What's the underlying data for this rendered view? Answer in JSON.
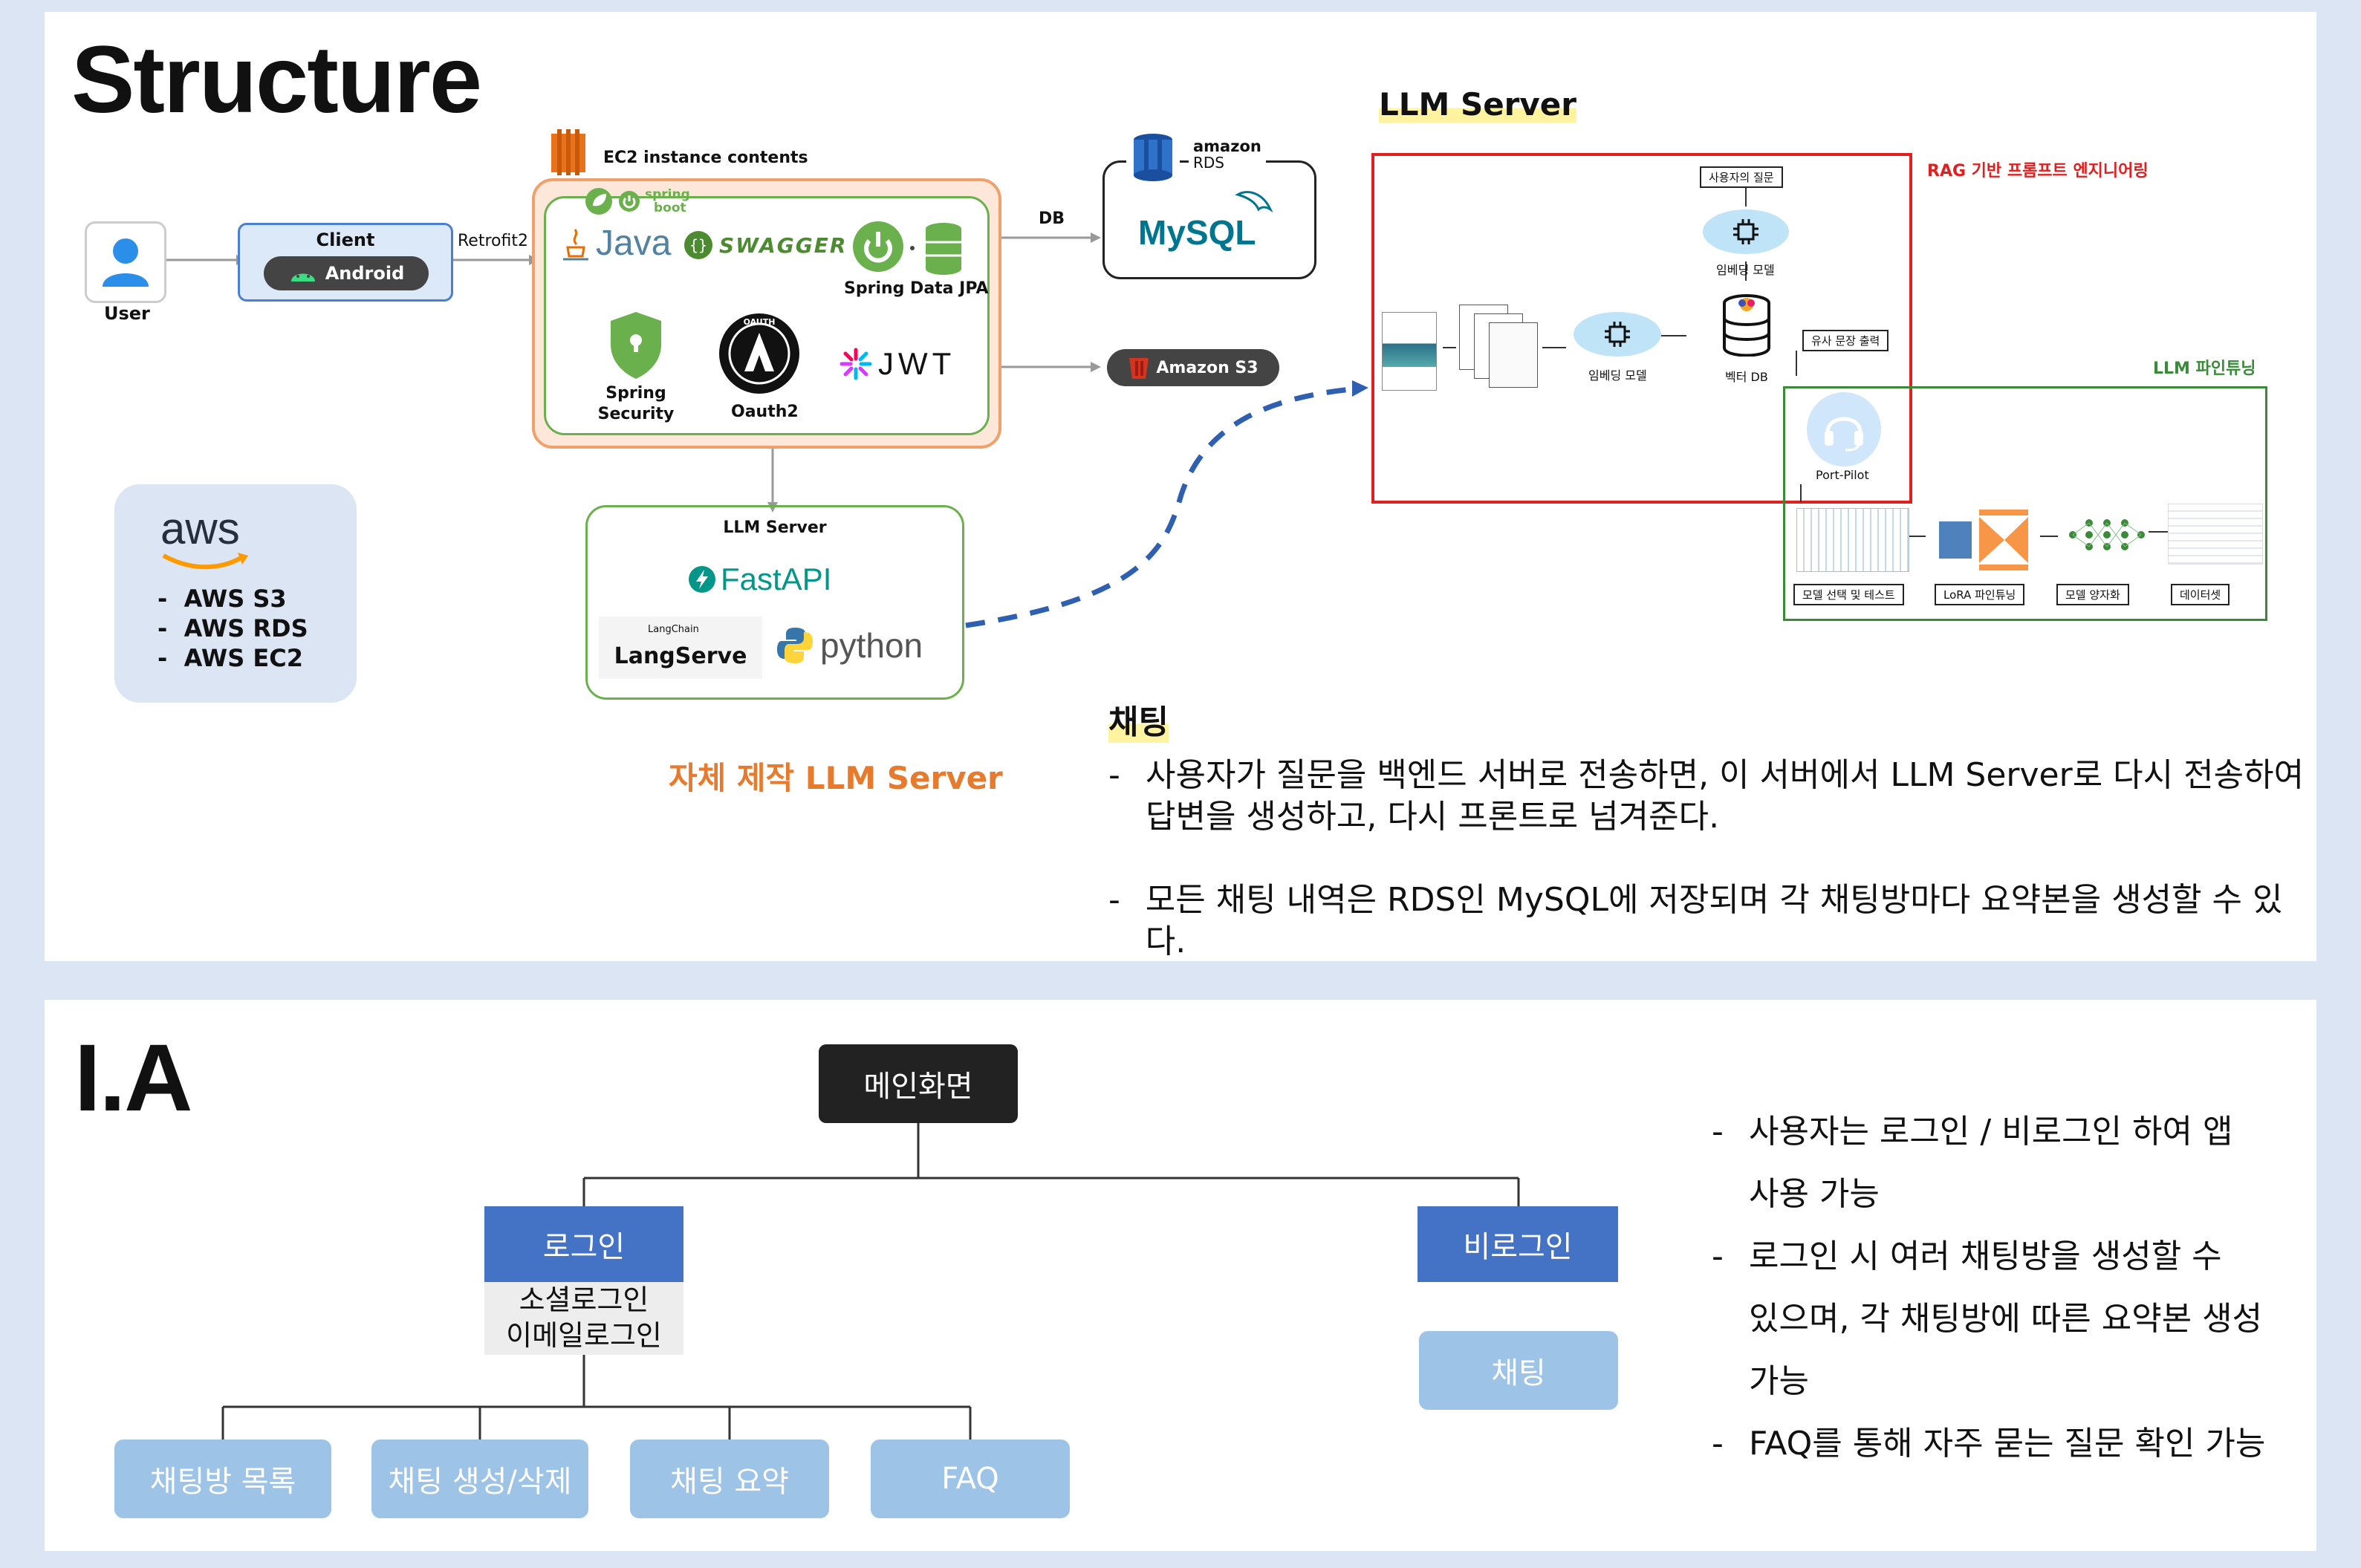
{
  "structure": {
    "title": "Structure",
    "user": {
      "label": "User"
    },
    "client": {
      "title": "Client",
      "os": "Android"
    },
    "retrofit": "Retrofit2",
    "ec2": {
      "label": "EC2 instance contents",
      "spring_boot": [
        "spring",
        "boot"
      ],
      "java": "Java",
      "swagger": "SWAGGER",
      "spring_data_jpa": "Spring Data JPA",
      "spring_security": [
        "Spring",
        "Security"
      ],
      "oauth2": "Oauth2",
      "oauth_ring": "OAUTH",
      "jwt": "JWT"
    },
    "db_label": "DB",
    "rds": {
      "amazon": "amazon",
      "rds": "RDS",
      "mysql": "MySQL"
    },
    "s3": "Amazon S3",
    "llm_local": {
      "title": "LLM Server",
      "fastapi": "FastAPI",
      "langchain": "LangChain",
      "langserve": "LangServe",
      "python": "python"
    },
    "custom_llm_caption": "자체 제작 LLM Server",
    "aws": {
      "logo": "aws",
      "items": [
        "AWS S3",
        "AWS RDS",
        "AWS EC2"
      ]
    },
    "llm_server": {
      "title": "LLM Server",
      "rag_label": "RAG 기반 프롬프트 엔지니어링",
      "finetune_label": "LLM 파인튜닝",
      "question": "사용자의 질문",
      "embed_model_top": "임베딩 모델",
      "embed_model_mid": "임베딩 모델",
      "vector_db": "벡터 DB",
      "similar_output": "유사 문장 출력",
      "port_pilot": "Port-Pilot",
      "steps": [
        "모델 선택 및 테스트",
        "LoRA 파인튜닝",
        "모델 양자화",
        "데이터셋"
      ]
    },
    "chat": {
      "heading": "채팅",
      "bullets": [
        [
          "사용자가 질문을 백엔드 서버로 전송하면, 이 서버에서 LLM Server로 다시 전송하여",
          "답변을 생성하고, 다시 프론트로 넘겨준다."
        ],
        [
          "모든 채팅 내역은 RDS인 MySQL에 저장되며 각 채팅방마다 요약본을 생성할 수 있다."
        ]
      ]
    }
  },
  "ia": {
    "title": "I.A",
    "main": "메인화면",
    "login": "로그인",
    "login_methods": [
      "소셜로그인",
      "이메일로그인"
    ],
    "guest": "비로그인",
    "guest_chat": "채팅",
    "features": [
      "채팅방 목록",
      "채팅 생성/삭제",
      "채팅 요약",
      "FAQ"
    ],
    "bullets": [
      [
        "사용자는 로그인 / 비로그인 하여 앱",
        "사용 가능"
      ],
      [
        "로그인 시 여러 채팅방을 생성할 수",
        "있으며, 각 채팅방에 따른 요약본 생성",
        "가능"
      ],
      [
        "FAQ를 통해 자주 묻는 질문 확인 가능"
      ]
    ]
  },
  "colors": {
    "background": "#dce5f3",
    "ec2_orange": "#f0a06a",
    "green": "#6ab04c",
    "client_blue": "#4a7fd4",
    "rag_red": "#e02020",
    "finetune_green": "#3a8a3a",
    "custom_llm_orange": "#e87a2e",
    "ia_dark": "#222222",
    "ia_blue": "#4472c4",
    "ia_light_blue": "#9dc3e6"
  }
}
